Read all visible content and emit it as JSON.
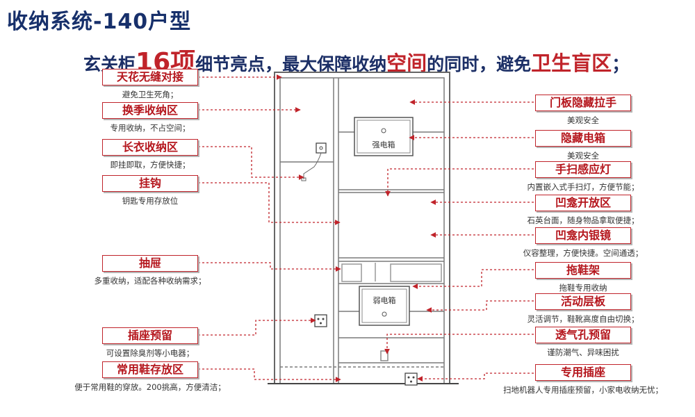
{
  "title": "收纳系统-140户型",
  "subtitle": {
    "p1": "玄关柜",
    "p2": "16项",
    "p3": "细节亮点，最大保障收纳",
    "p4": "空间",
    "p5": "的同时，避免",
    "p6": "卫生盲区",
    "p7": "；"
  },
  "boxes": {
    "strong": "强电箱",
    "weak": "弱电箱"
  },
  "left_items": [
    {
      "label": "天花无缝对接",
      "desc": "避免卫生死角；"
    },
    {
      "label": "换季收纳区",
      "desc": "专用收纳，不占空间；"
    },
    {
      "label": "长衣收纳区",
      "desc": "即挂即取，方便快捷；"
    },
    {
      "label": "挂钩",
      "desc": "钥匙专用存放位"
    },
    {
      "label": "抽屉",
      "desc": "多重收纳，适配各种收纳需求；"
    },
    {
      "label": "插座预留",
      "desc": "可设置除臭剂等小电器；"
    },
    {
      "label": "常用鞋存放区",
      "desc": "便于常用鞋的穿放。200挑高，方便清洁；"
    }
  ],
  "right_items": [
    {
      "label": "门板隐藏拉手",
      "desc": "美观安全"
    },
    {
      "label": "隐藏电箱",
      "desc": "美观安全"
    },
    {
      "label": "手扫感应灯",
      "desc": "内置嵌入式手扫灯，方便节能；"
    },
    {
      "label": "凹龛开放区",
      "desc": "石英台面，随身物品拿取便捷；"
    },
    {
      "label": "凹龛内银镜",
      "desc": "仪容整理，方便快捷。空间通透；"
    },
    {
      "label": "拖鞋架",
      "desc": "拖鞋专用收纳"
    },
    {
      "label": "活动层板",
      "desc": "灵活调节，鞋靴高度自由切换；"
    },
    {
      "label": "透气孔预留",
      "desc": "谨防潮气、异味困扰"
    },
    {
      "label": "专用插座",
      "desc": "扫地机器人专用插座预留，小家电收纳无忧；"
    }
  ]
}
